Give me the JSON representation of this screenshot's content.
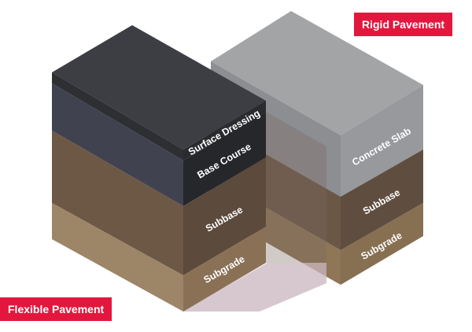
{
  "rigid_pavement": {
    "title": "Rigid Pavement",
    "layers": {
      "concrete_slab": "Concrete Slab",
      "subbase": "Subbase",
      "subgrade": "Subgrade"
    }
  },
  "flexible_pavement": {
    "title": "Flexible Pavement",
    "layers": {
      "surface_dressing": "Surface Dressing",
      "base_course": "Base Course",
      "subbase": "Subbase",
      "subgrade": "Subgrade"
    }
  },
  "colors": {
    "label_bg": "#e3173e",
    "concrete": "#a3a5a7",
    "asphalt": "#3c3d42",
    "base_course": "#40424f",
    "subbase": "#6b5644",
    "subgrade": "#9c8466"
  }
}
